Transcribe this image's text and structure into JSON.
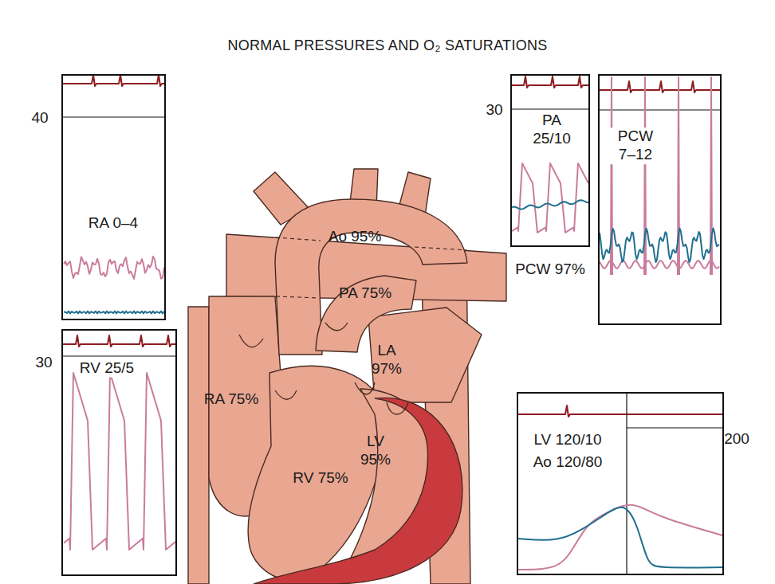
{
  "diagram": {
    "title": "NORMAL PRESSURES AND O₂ SATURATIONS",
    "nodes": [
      {
        "text": [
          "RA 0–4"
        ]
      },
      {
        "text": [
          "RV 25/5"
        ]
      },
      {
        "text": [
          "PA 25/10"
        ]
      },
      {
        "text": [
          "PCW 7–12"
        ]
      },
      {
        "text": [
          "LV 120/10",
          "Ao 120/80"
        ]
      }
    ],
    "labels": [
      "40",
      "30",
      "Ao 95%",
      "PCW 97%",
      "PA 75%",
      "LA 97%",
      "30",
      "RA 75%",
      "200",
      "LV 95%",
      "RV 75%"
    ]
  }
}
